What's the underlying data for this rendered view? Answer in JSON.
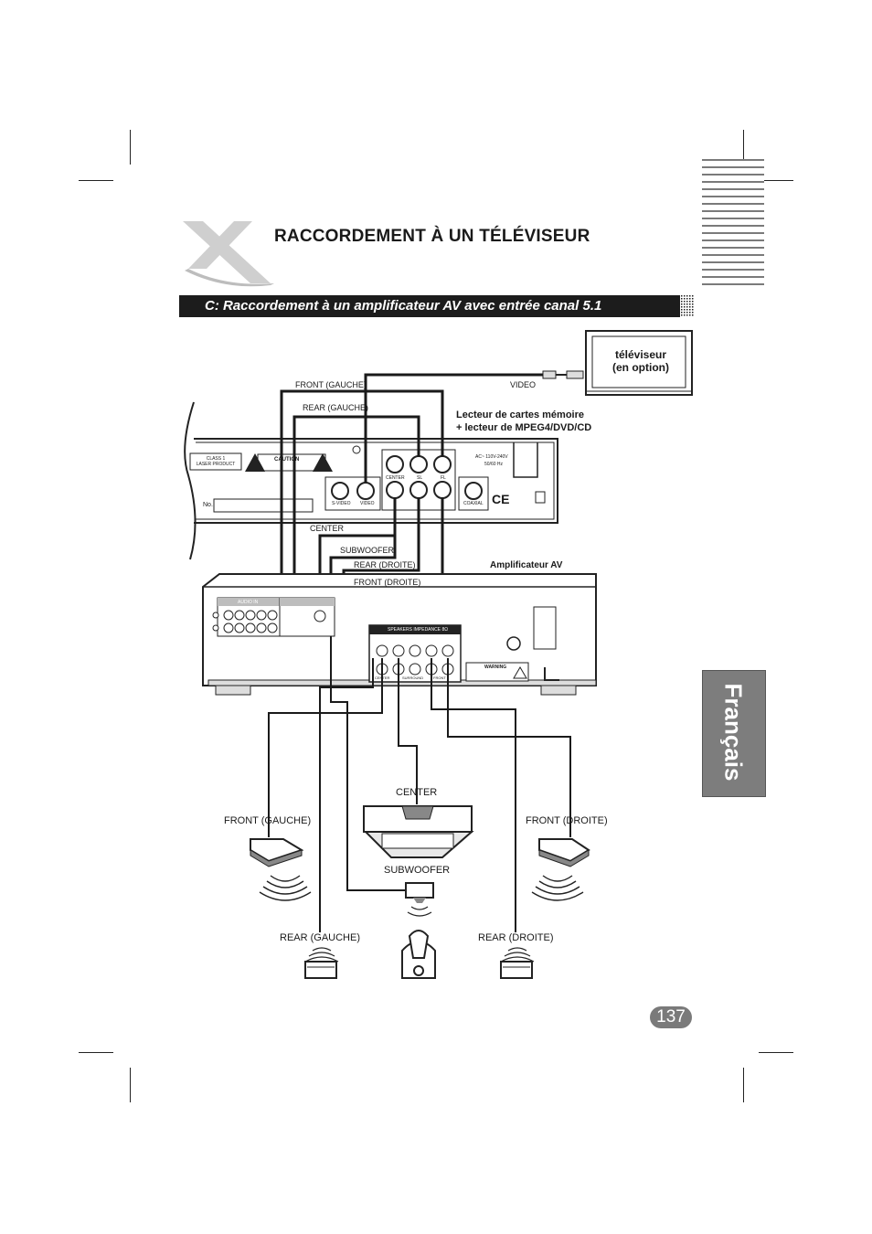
{
  "page": {
    "title": "RACCORDEMENT À UN TÉLÉVISEUR",
    "section_title": "C: Raccordement à un amplificateur AV avec entrée canal 5.1",
    "language_tab": "Français",
    "page_number": "137"
  },
  "tv": {
    "line1": "téléviseur",
    "line2": "(en option)"
  },
  "player": {
    "line1": "Lecteur de cartes mémoire",
    "line2": "+ lecteur de MPEG4/DVD/CD",
    "class1_line1": "CLASS 1",
    "class1_line2": "LASER PRODUCT",
    "caution": "CAUTION",
    "no_label": "No.",
    "ac": "AC~ 110V-240V",
    "hz": "50/60 Hz",
    "svideo": "S-VIDEO",
    "video": "VIDEO",
    "coaxial": "COAXIAL",
    "center_jack": "CENTER",
    "sl": "SL",
    "fl": "FL",
    "ce": "CE"
  },
  "amp": {
    "title": "Amplificateur AV",
    "audio_in": "AUDIO IN",
    "speakers": "SPEAKERS IMPEDANCE 8Ω",
    "warning": "WARNING",
    "center_term": "CENTER",
    "surround_term": "SURROUND",
    "front_term": "FRONT"
  },
  "cables": {
    "front_gauche": "FRONT (GAUCHE)",
    "rear_gauche": "REAR (GAUCHE)",
    "video": "VIDEO",
    "center": "CENTER",
    "subwoofer": "SUBWOOFER",
    "rear_droite": "REAR (DROITE)",
    "front_droite": "FRONT (DROITE)"
  },
  "speakers": {
    "center": "CENTER",
    "front_gauche": "FRONT (GAUCHE)",
    "front_droite": "FRONT (DROITE)",
    "subwoofer": "SUBWOOFER",
    "rear_gauche": "REAR (GAUCHE)",
    "rear_droite": "REAR (DROITE)"
  }
}
